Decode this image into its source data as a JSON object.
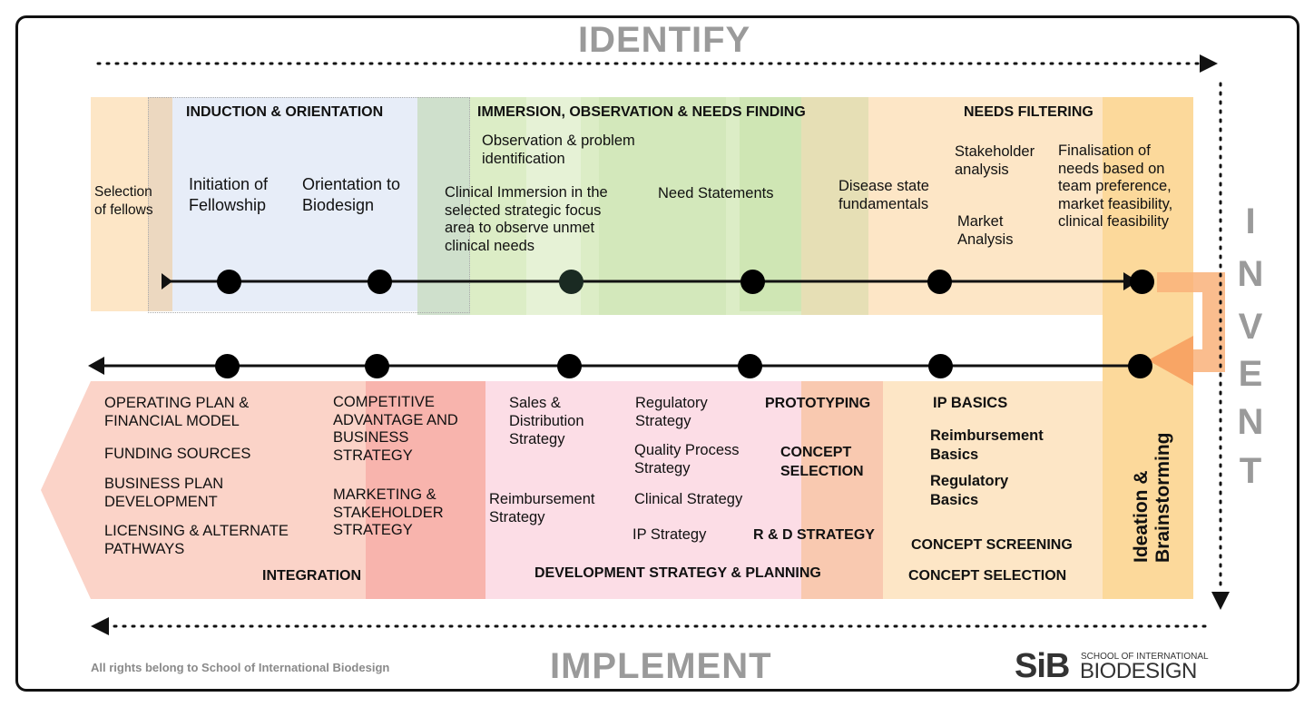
{
  "titles": {
    "identify": "IDENTIFY",
    "invent": [
      "I",
      "N",
      "V",
      "E",
      "N",
      "T"
    ],
    "implement": "IMPLEMENT"
  },
  "top": {
    "selection": "Selection of fellows",
    "induction_header": "INDUCTION & ORIENTATION",
    "initiation": "Initiation of Fellowship",
    "orientation": "Orientation to Biodesign",
    "immersion_header": "IMMERSION, OBSERVATION & NEEDS FINDING",
    "observation": "Observation & problem identification",
    "clinical_immersion": "Clinical Immersion in the selected strategic focus area to observe unmet clinical needs",
    "need_statements": "Need Statements",
    "needs_filtering_header": "NEEDS FILTERING",
    "disease_state": "Disease state fundamentals",
    "stakeholder": "Stakeholder analysis",
    "market": "Market Analysis",
    "finalisation": "Finalisation of needs based on team preference, market feasibility, clinical feasibility"
  },
  "ideation": "Ideation & Brainstorming",
  "bottom": {
    "integration_items": [
      "OPERATING PLAN & FINANCIAL MODEL",
      "FUNDING SOURCES",
      "BUSINESS PLAN DEVELOPMENT",
      "LICENSING & ALTERNATE PATHWAYS"
    ],
    "competitive": "COMPETITIVE ADVANTAGE AND BUSINESS STRATEGY",
    "marketing": "MARKETING & STAKEHOLDER STRATEGY",
    "integration_header": "INTEGRATION",
    "sales": "Sales & Distribution Strategy",
    "reimbursement_strategy": "Reimbursement Strategy",
    "regulatory_strategy": "Regulatory Strategy",
    "quality": "Quality Process Strategy",
    "clinical_strategy": "Clinical Strategy",
    "ip_strategy": "IP Strategy",
    "dev_header": "DEVELOPMENT STRATEGY & PLANNING",
    "prototyping": "PROTOTYPING",
    "concept_selection_mid": "CONCEPT SELECTION",
    "rd": "R & D STRATEGY",
    "ip_basics": "IP BASICS",
    "reimbursement_basics": "Reimbursement Basics",
    "regulatory_basics": "Regulatory Basics",
    "concept_screening": "CONCEPT SCREENING",
    "concept_selection": "CONCEPT SELECTION"
  },
  "footer": {
    "rights": "All rights belong to School of International Biodesign",
    "logo_mark": "SiB",
    "logo_top": "SCHOOL OF INTERNATIONAL",
    "logo_bottom": "BIODESIGN"
  }
}
